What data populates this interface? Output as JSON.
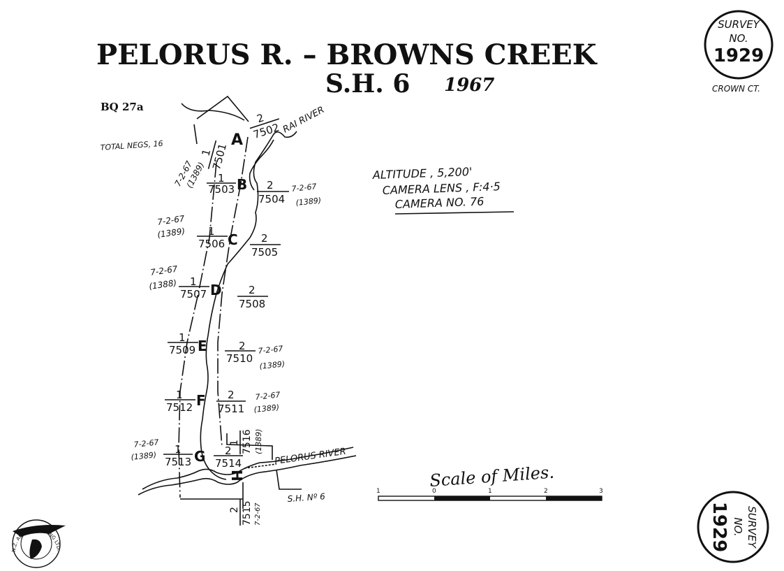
{
  "title": {
    "line1": "PELORUS R. – BROWNS CREEK",
    "line2": "S.H. 6",
    "year": "1967"
  },
  "meta": {
    "ref": "BQ 27a",
    "total_negs": "TOTAL NEGS, 16",
    "altitude": "ALTITUDE , 5,200'",
    "camera_lens": "CAMERA LENS , F:4·5",
    "camera_no": "CAMERA NO. 76",
    "crown": "CROWN CT."
  },
  "stamp_top": {
    "line1": "SURVEY",
    "line2": "NO.",
    "number": "1929"
  },
  "stamp_bottom": {
    "line1": "SURVEY",
    "line2": "NO.",
    "number": "1929"
  },
  "places": {
    "rai_river": "RAI RIVER",
    "pelorus_river": "PELORUS RIVER",
    "sh6": "S.H. Nº 6"
  },
  "runs": [
    "A",
    "B",
    "C",
    "D",
    "E",
    "F",
    "G",
    "H"
  ],
  "photo_labels": {
    "a_top": "2",
    "a_bottom": "7502",
    "a_left_top": "1",
    "a_left_bottom": "7501",
    "b_left_top": "1",
    "b_left_bottom": "7503",
    "b_right_top": "2",
    "b_right_bottom": "7504",
    "c_left_top": "1",
    "c_left_bottom": "7506",
    "c_right_top": "2",
    "c_right_bottom": "7505",
    "d_left_top": "1",
    "d_left_bottom": "7507",
    "d_right_top": "2",
    "d_right_bottom": "7508",
    "e_left_top": "1",
    "e_left_bottom": "7509",
    "e_right_top": "2",
    "e_right_bottom": "7510",
    "f_left_top": "1",
    "f_left_bottom": "7512",
    "f_right_top": "2",
    "f_right_bottom": "7511",
    "g_left_top": "1",
    "g_left_bottom": "7513",
    "g_right_top": "2",
    "g_right_bottom": "7514",
    "h_top": "1",
    "h_bottom": "7516",
    "h2_top": "2",
    "h2_bottom": "7515"
  },
  "dates": {
    "date": "7-2-67",
    "film": "(1389)",
    "film_alt": "(1388)"
  },
  "scale": {
    "title": "Scale of Miles.",
    "ticks": [
      "1",
      "0",
      "1",
      "2",
      "3"
    ]
  },
  "logo": {
    "text": "N.Z. AERIAL MAPPING LTD."
  }
}
